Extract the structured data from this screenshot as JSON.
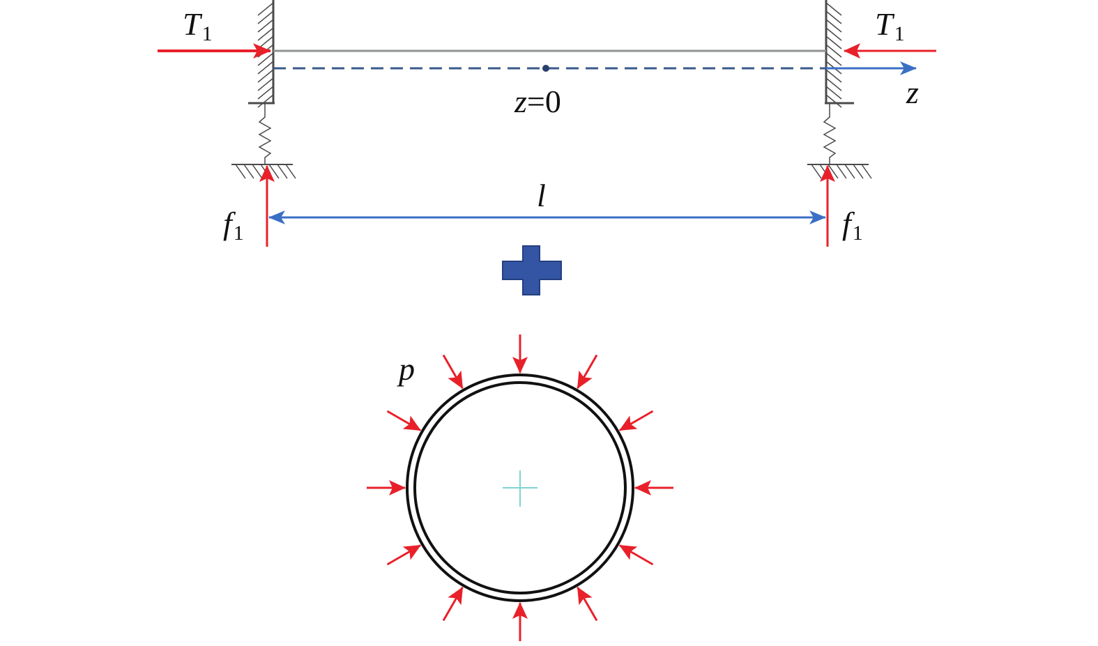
{
  "labels": {
    "T": "T",
    "T_sub": "1",
    "f": "f",
    "f_sub": "1",
    "origin_var": "z",
    "origin_eq": "=0",
    "axis": "z",
    "length": "l",
    "pressure": "p"
  },
  "colors": {
    "force": "#e8202a",
    "axis": "#3a6fc4",
    "beam": "#8e9292",
    "wall": "#4a4a4a",
    "plus": "#3355a3",
    "centerline": "#7fd4d4",
    "ring": "#111111"
  },
  "icons": {
    "plus": "plus-sign-icon",
    "center": "crosshair-icon"
  }
}
